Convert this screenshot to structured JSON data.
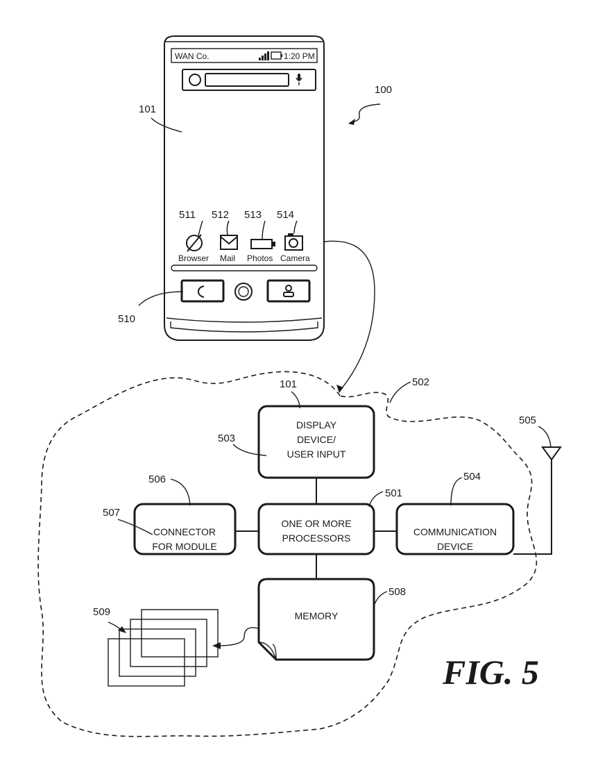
{
  "figure_label": "FIG. 5",
  "phone": {
    "carrier": "WAN Co.",
    "time": "1:20 PM",
    "apps": [
      {
        "ref": "511",
        "label": "Browser"
      },
      {
        "ref": "512",
        "label": "Mail"
      },
      {
        "ref": "513",
        "label": "Photos"
      },
      {
        "ref": "514",
        "label": "Camera"
      }
    ]
  },
  "refs": {
    "device": "100",
    "display": "101",
    "display_box": "101",
    "nav_bar": "510",
    "processors": "501",
    "boundary": "502",
    "user_input": "503",
    "communication": "504",
    "antenna": "505",
    "connector_box": "506",
    "connector_text": "507",
    "memory": "508",
    "modules": "509"
  },
  "blocks": {
    "display": [
      "DISPLAY",
      "DEVICE/",
      "USER INPUT"
    ],
    "processors": [
      "ONE OR MORE",
      "PROCESSORS"
    ],
    "connector": [
      "CONNECTOR",
      "FOR MODULE"
    ],
    "communication": [
      "COMMUNICATION",
      "DEVICE"
    ],
    "memory": [
      "MEMORY"
    ]
  }
}
